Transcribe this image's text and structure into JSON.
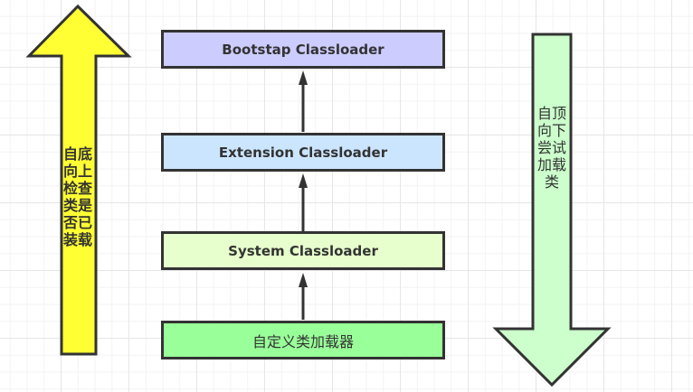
{
  "diagram": {
    "boxes": [
      {
        "label": "Bootstap Classloader",
        "fill": "#ccccff"
      },
      {
        "label": "Extension Classloader",
        "fill": "#cce5ff"
      },
      {
        "label": "System Classloader",
        "fill": "#e6ffcc"
      },
      {
        "label": "自定义类加载器",
        "fill": "#99ff99"
      }
    ],
    "left_arrow": {
      "direction": "up",
      "fill": "#ffff33",
      "lines": [
        "自底",
        "向上",
        "检查",
        "类是",
        "否已",
        "装载"
      ]
    },
    "right_arrow": {
      "direction": "down",
      "fill": "#ccffcc",
      "lines": [
        "自顶",
        "向下",
        "尝试",
        "加载",
        "类"
      ]
    },
    "stroke_color": "#333333"
  }
}
